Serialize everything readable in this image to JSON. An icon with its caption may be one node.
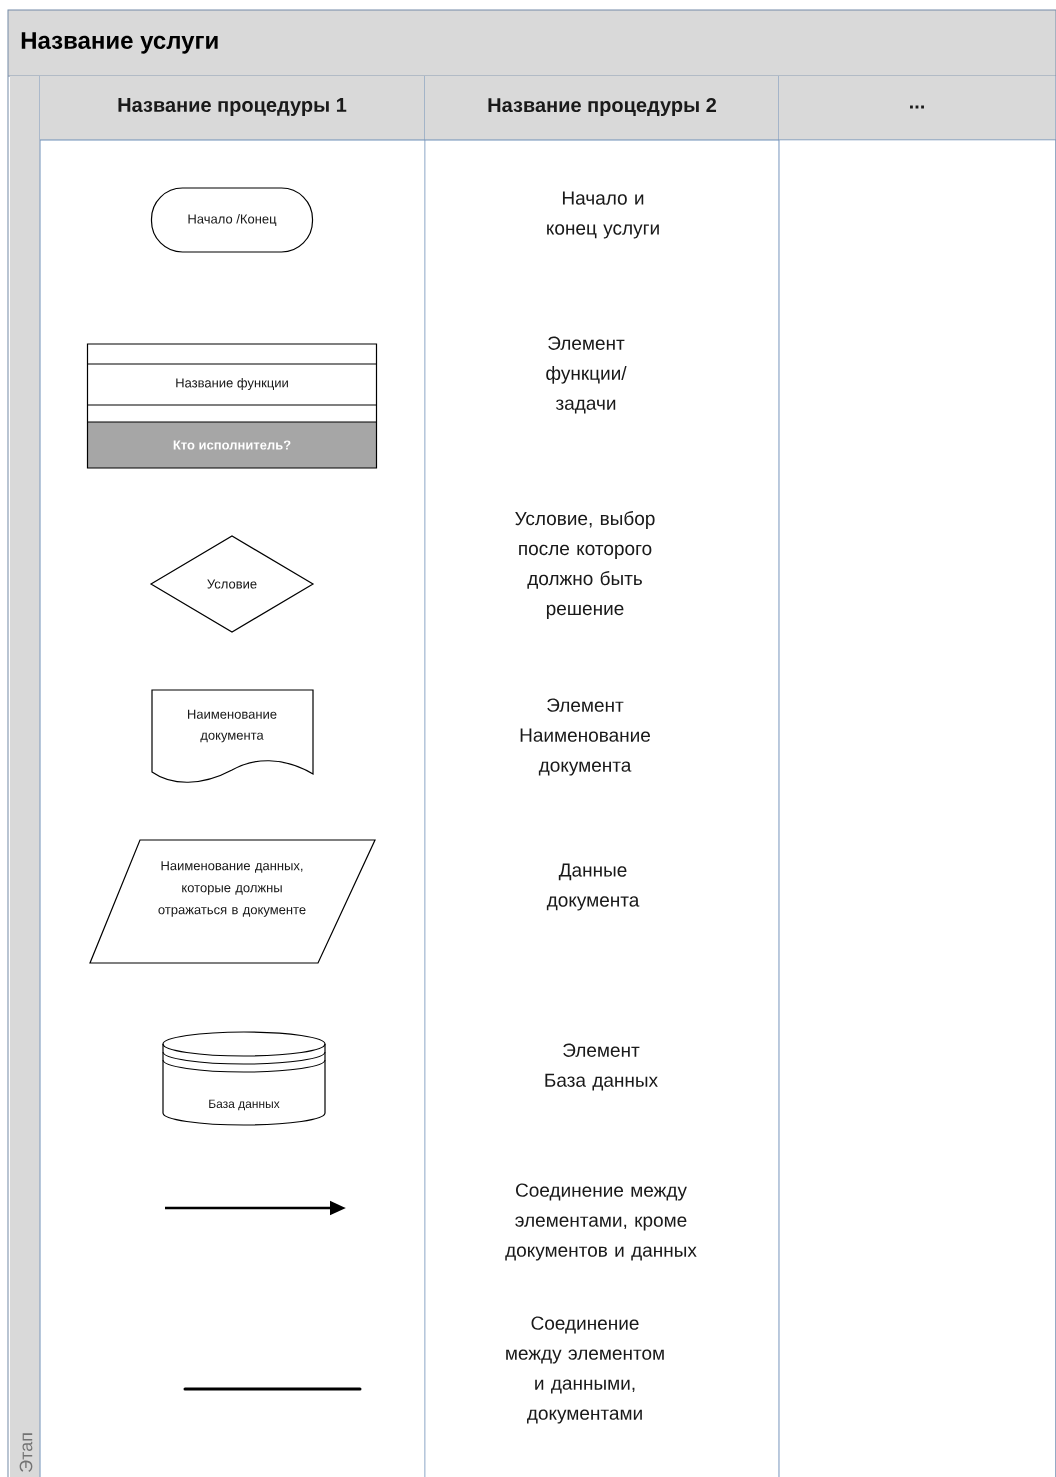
{
  "diagram": {
    "nodes": [
      {
        "text": [
          "Название услуги"
        ]
      },
      {
        "text": [
          "Этап"
        ],
        "in": 0
      },
      {
        "text": [
          "Название процедуры 1"
        ],
        "in": 0
      },
      {
        "text": [
          "Название процедуры 2"
        ],
        "in": 0
      },
      {
        "text": [
          "..."
        ],
        "in": 0
      },
      {
        "text": [
          "Начало /Конец"
        ],
        "in": 2
      },
      {
        "text": [
          "Название функции",
          "Кто исполнитель?"
        ],
        "in": 2
      },
      {
        "text": [
          "Условие"
        ],
        "in": 2
      },
      {
        "text": [
          "Наименование документа"
        ],
        "in": 2
      },
      {
        "text": [
          "Наименование данных, которые должны отражаться в документе"
        ],
        "in": 2
      },
      {
        "text": [
          "База данных"
        ],
        "in": 2
      }
    ],
    "labels": [
      "Начало и конец услуги",
      "Элемент функции/ задачи",
      "Условие, выбор после которого должно быть решение",
      "Элемент Наименование документа",
      "Данные документа",
      "Элемент База данных",
      "Соединение между элементами, кроме документов и данных",
      "Соединение между элементом и данными, документами"
    ]
  }
}
